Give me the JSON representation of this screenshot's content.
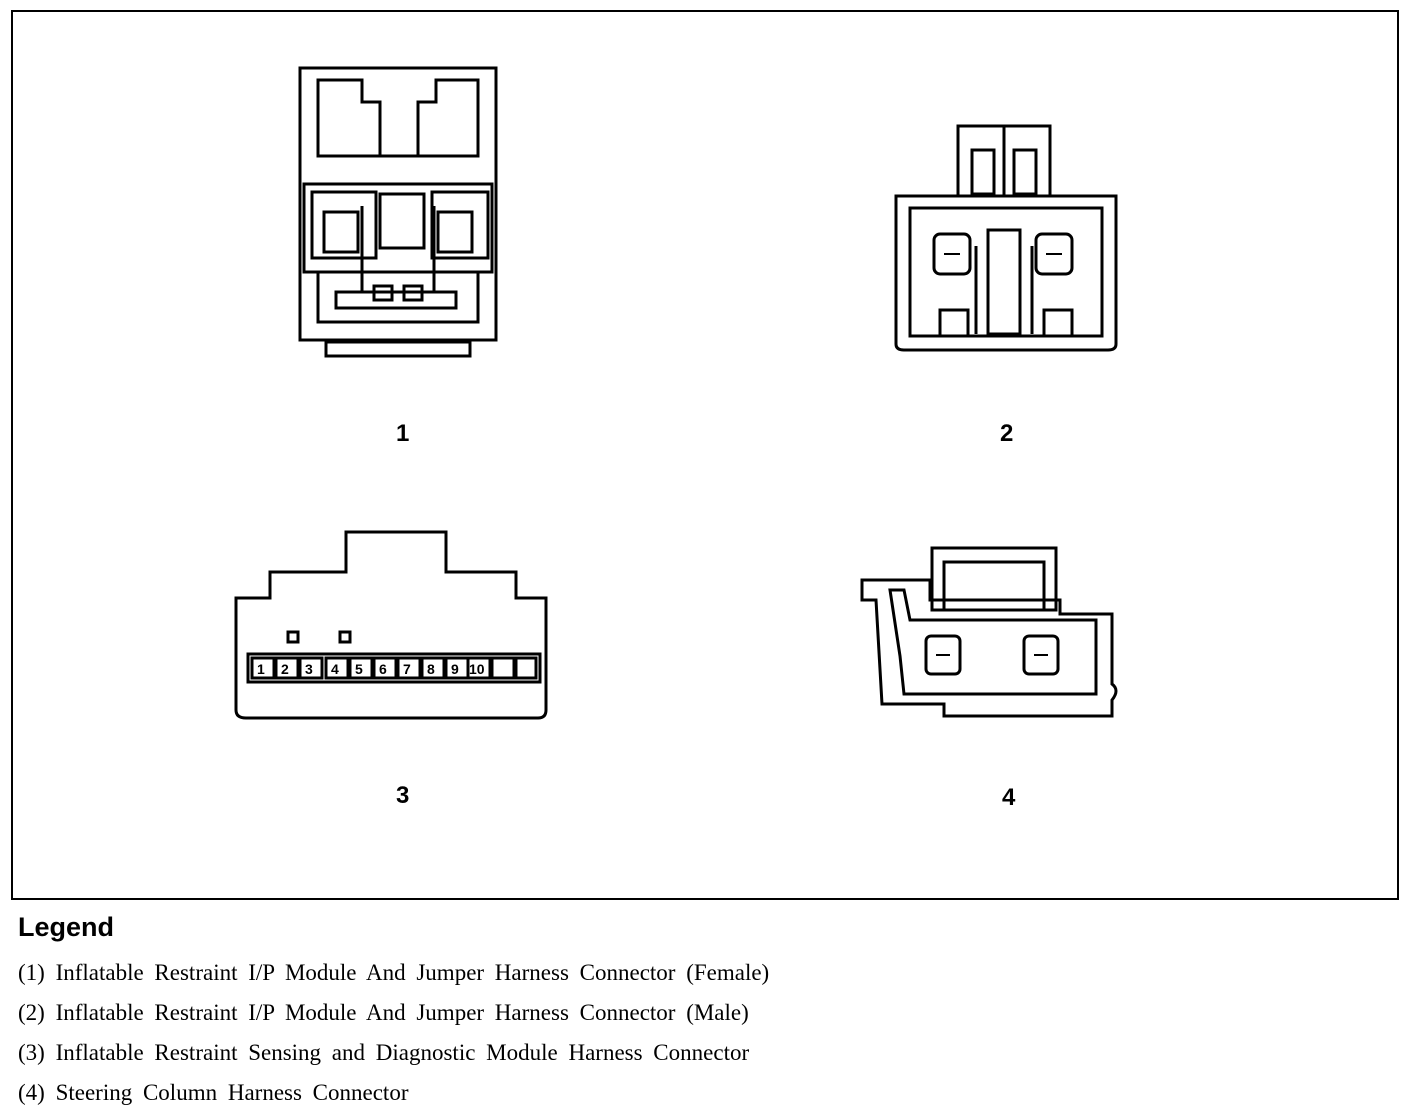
{
  "connectors": [
    {
      "number": "1"
    },
    {
      "number": "2"
    },
    {
      "number": "3",
      "pins": [
        "1",
        "2",
        "3",
        "4",
        "5",
        "6",
        "7",
        "8",
        "9",
        "10"
      ]
    },
    {
      "number": "4"
    }
  ],
  "legend": {
    "title": "Legend",
    "items": [
      "(1) Inflatable Restraint I/P Module And Jumper Harness Connector (Female)",
      "(2) Inflatable Restraint I/P Module And Jumper Harness Connector (Male)",
      "(3) Inflatable Restraint Sensing and Diagnostic Module Harness Connector",
      "(4) Steering Column Harness Connector"
    ]
  }
}
